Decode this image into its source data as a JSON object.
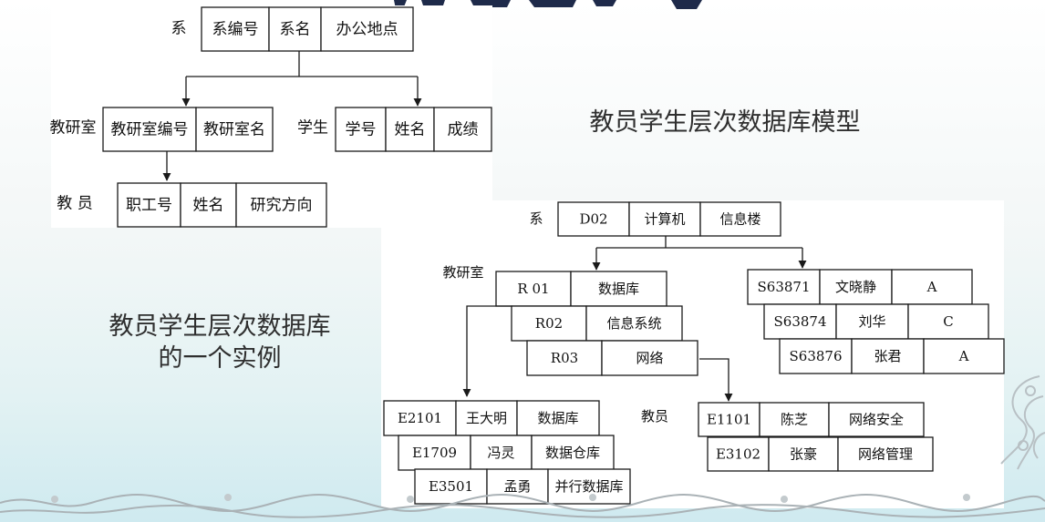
{
  "model": {
    "xi": {
      "label": "系",
      "fields": [
        "系编号",
        "系名",
        "办公地点"
      ]
    },
    "jys": {
      "label": "教研室",
      "fields": [
        "教研室编号",
        "教研室名"
      ]
    },
    "xs": {
      "label": "学生",
      "fields": [
        "学号",
        "姓名",
        "成绩"
      ]
    },
    "jy": {
      "label": "教 员",
      "fields": [
        "职工号",
        "姓名",
        "研究方向"
      ]
    }
  },
  "captions": {
    "model": "教员学生层次数据库模型",
    "instance_line1": "教员学生层次数据库",
    "instance_line2": "的一个实例"
  },
  "instance": {
    "xi": {
      "label": "系",
      "fields": [
        "D02",
        "计算机",
        "信息楼"
      ]
    },
    "jys_label": "教研室",
    "jy_label": "教员",
    "teaching_offices": [
      [
        "R 01",
        "数据库"
      ],
      [
        "R02",
        "信息系统"
      ],
      [
        "R03",
        "网络"
      ]
    ],
    "students": [
      [
        "S63871",
        "文晓静",
        "A"
      ],
      [
        "S63874",
        "刘华",
        "C"
      ],
      [
        "S63876",
        "张君",
        "A"
      ]
    ],
    "teachers_left": [
      [
        "E2101",
        "王大明",
        "数据库"
      ],
      [
        "E1709",
        "冯灵",
        "数据仓库"
      ],
      [
        "E3501",
        "孟勇",
        "并行数据库"
      ]
    ],
    "teachers_right": [
      [
        "E1101",
        "陈芝",
        "网络安全"
      ],
      [
        "E3102",
        "张豪",
        "网络管理"
      ]
    ]
  },
  "colors": {
    "line": "#1a1a1a",
    "text": "#111111",
    "caption": "#2f2f2f",
    "title": "#1e2a4a",
    "deco": "#aab2b6"
  }
}
